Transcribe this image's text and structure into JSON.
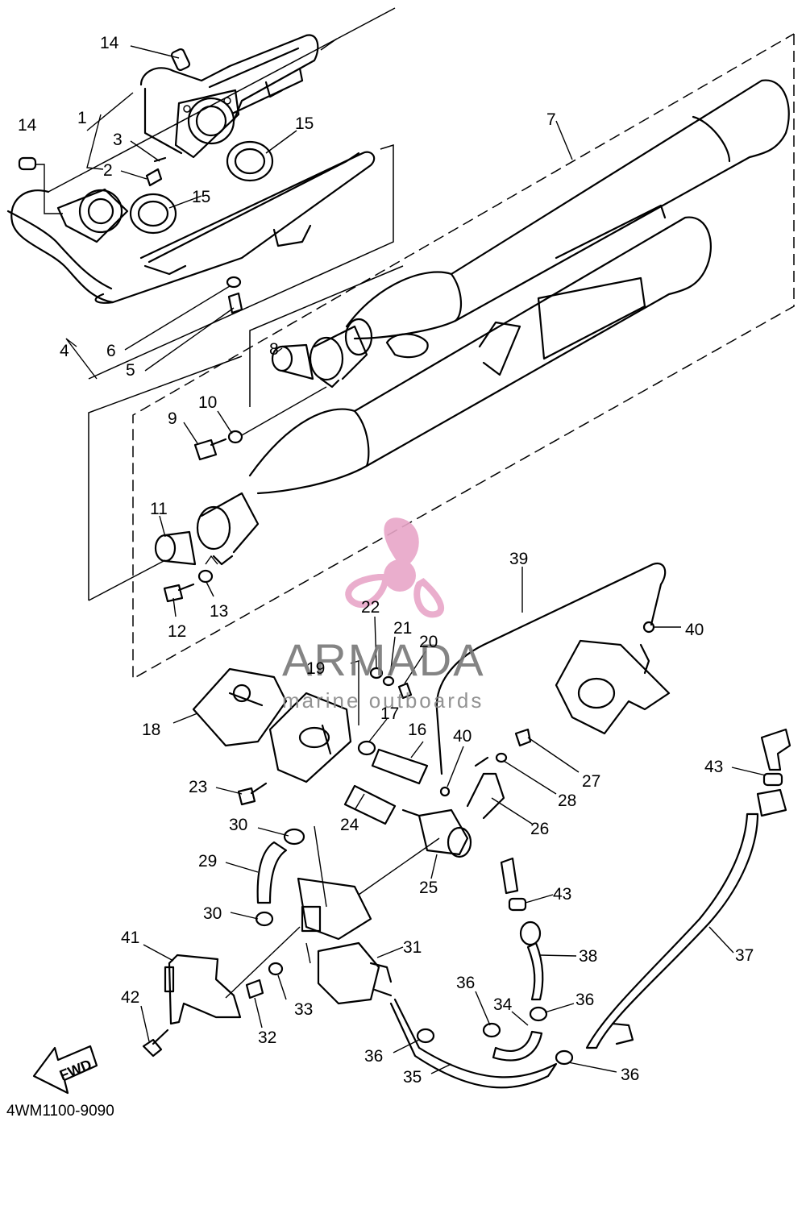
{
  "diagram_code": "4WM1100-9090",
  "fwd_label": "FWD",
  "watermark": {
    "brand": "ARMADA",
    "tagline": "marine outboards",
    "color": "#e8a6c8"
  },
  "callouts": [
    {
      "id": "c14a",
      "text": "14"
    },
    {
      "id": "c1",
      "text": "1"
    },
    {
      "id": "c3",
      "text": "3"
    },
    {
      "id": "c2",
      "text": "2"
    },
    {
      "id": "c14b",
      "text": "14"
    },
    {
      "id": "c15a",
      "text": "15"
    },
    {
      "id": "c15b",
      "text": "15"
    },
    {
      "id": "c7",
      "text": "7"
    },
    {
      "id": "c6",
      "text": "6"
    },
    {
      "id": "c4",
      "text": "4"
    },
    {
      "id": "c5",
      "text": "5"
    },
    {
      "id": "c8",
      "text": "8"
    },
    {
      "id": "c9",
      "text": "9"
    },
    {
      "id": "c10",
      "text": "10"
    },
    {
      "id": "c11",
      "text": "11"
    },
    {
      "id": "c12",
      "text": "12"
    },
    {
      "id": "c13",
      "text": "13"
    },
    {
      "id": "c39",
      "text": "39"
    },
    {
      "id": "c40a",
      "text": "40"
    },
    {
      "id": "c22",
      "text": "22"
    },
    {
      "id": "c21",
      "text": "21"
    },
    {
      "id": "c20",
      "text": "20"
    },
    {
      "id": "c19",
      "text": "19"
    },
    {
      "id": "c18",
      "text": "18"
    },
    {
      "id": "c17",
      "text": "17"
    },
    {
      "id": "c16",
      "text": "16"
    },
    {
      "id": "c40b",
      "text": "40"
    },
    {
      "id": "c27",
      "text": "27"
    },
    {
      "id": "c28",
      "text": "28"
    },
    {
      "id": "c26",
      "text": "26"
    },
    {
      "id": "c43a",
      "text": "43"
    },
    {
      "id": "c23",
      "text": "23"
    },
    {
      "id": "c24",
      "text": "24"
    },
    {
      "id": "c30a",
      "text": "30"
    },
    {
      "id": "c29",
      "text": "29"
    },
    {
      "id": "c25",
      "text": "25"
    },
    {
      "id": "c43b",
      "text": "43"
    },
    {
      "id": "c30b",
      "text": "30"
    },
    {
      "id": "c31",
      "text": "31"
    },
    {
      "id": "c38",
      "text": "38"
    },
    {
      "id": "c37",
      "text": "37"
    },
    {
      "id": "c41",
      "text": "41"
    },
    {
      "id": "c36a",
      "text": "36"
    },
    {
      "id": "c36b",
      "text": "36"
    },
    {
      "id": "c34",
      "text": "34"
    },
    {
      "id": "c42",
      "text": "42"
    },
    {
      "id": "c33",
      "text": "33"
    },
    {
      "id": "c32",
      "text": "32"
    },
    {
      "id": "c36c",
      "text": "36"
    },
    {
      "id": "c35",
      "text": "35"
    },
    {
      "id": "c36d",
      "text": "36"
    }
  ]
}
